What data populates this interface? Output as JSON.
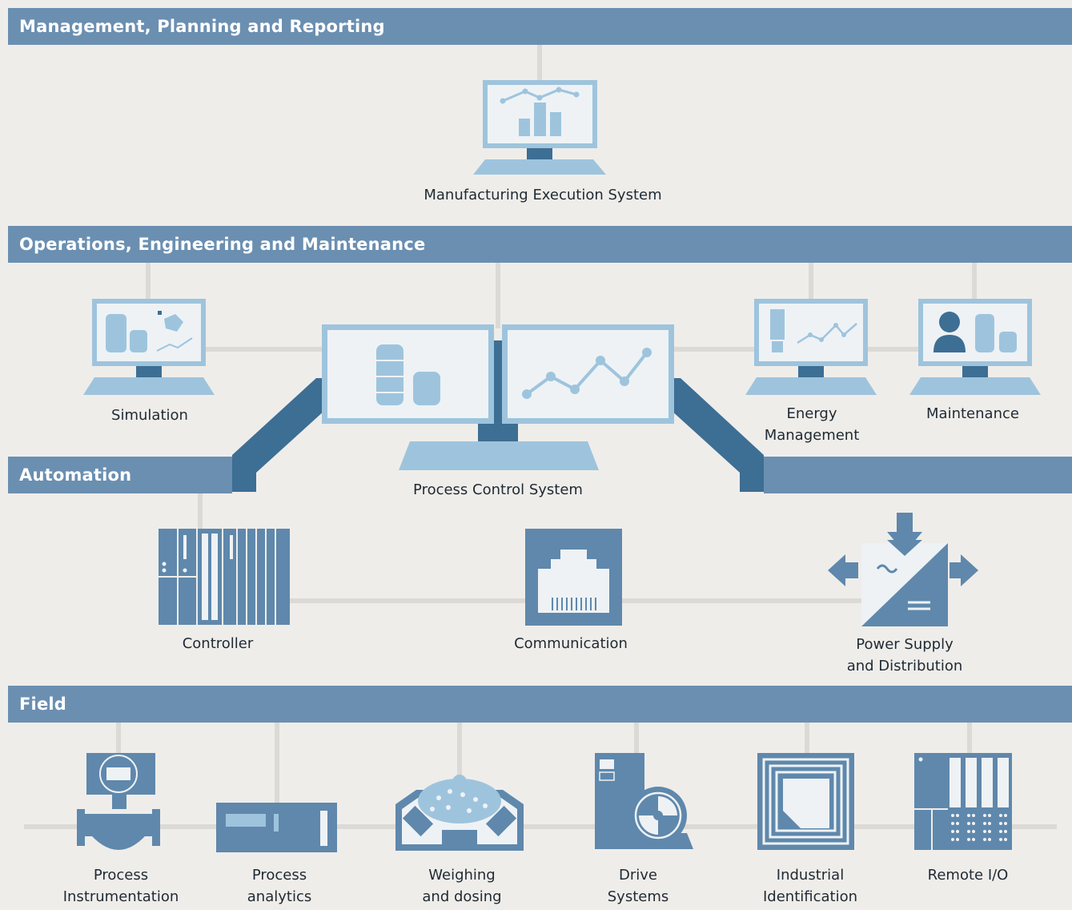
{
  "sections": {
    "management": "Management, Planning and Reporting",
    "operations": "Operations, Engineering and Maintenance",
    "automation": "Automation",
    "field": "Field"
  },
  "items": {
    "mes": "Manufacturing Execution System",
    "simulation": "Simulation",
    "pcs": "Process Control System",
    "energy": "Energy\nManagement",
    "maintenance": "Maintenance",
    "controller": "Controller",
    "communication": "Communication",
    "power": "Power Supply\nand Distribution",
    "instrumentation": "Process\nInstrumentation",
    "analytics": "Process\nanalytics",
    "weighing": "Weighing\nand dosing",
    "drive": "Drive\nSystems",
    "identification": "Industrial\nIdentification",
    "remote_io": "Remote I/O"
  },
  "colors": {
    "band": "#6b8fb1",
    "dark": "#3d6e94",
    "mid": "#5f88ac",
    "light": "#9ec4dd",
    "screen": "#eef2f5",
    "connector": "#dcdad5",
    "background": "#efedea"
  }
}
